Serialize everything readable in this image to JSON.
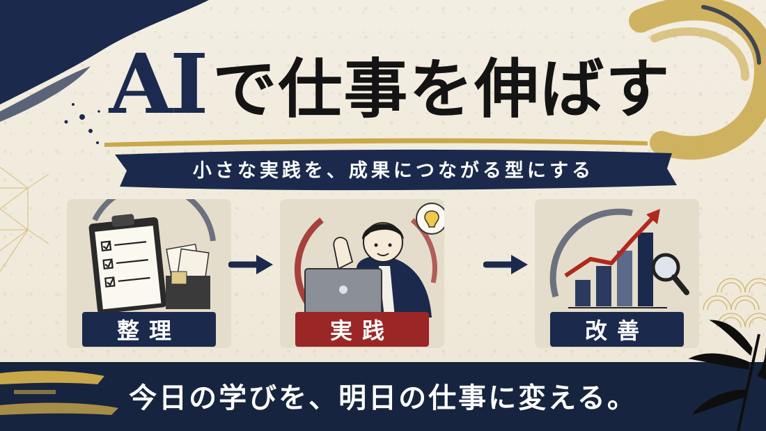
{
  "title": {
    "ai": "AI",
    "rest": "で仕事を伸ばす"
  },
  "subtitle": "小さな実践を、成果につながる型にする",
  "steps": [
    {
      "label": "整理",
      "icon": "clipboard-checklist-icon",
      "style": "navy"
    },
    {
      "label": "実践",
      "icon": "person-laptop-icon",
      "style": "red"
    },
    {
      "label": "改善",
      "icon": "bar-chart-magnifier-icon",
      "style": "navy"
    }
  ],
  "footer": "今日の学びを、明日の仕事に変える。",
  "colors": {
    "navy": "#1b2a4c",
    "red": "#9b2626",
    "gold": "#c9a84a",
    "paper": "#f1ebdd"
  }
}
